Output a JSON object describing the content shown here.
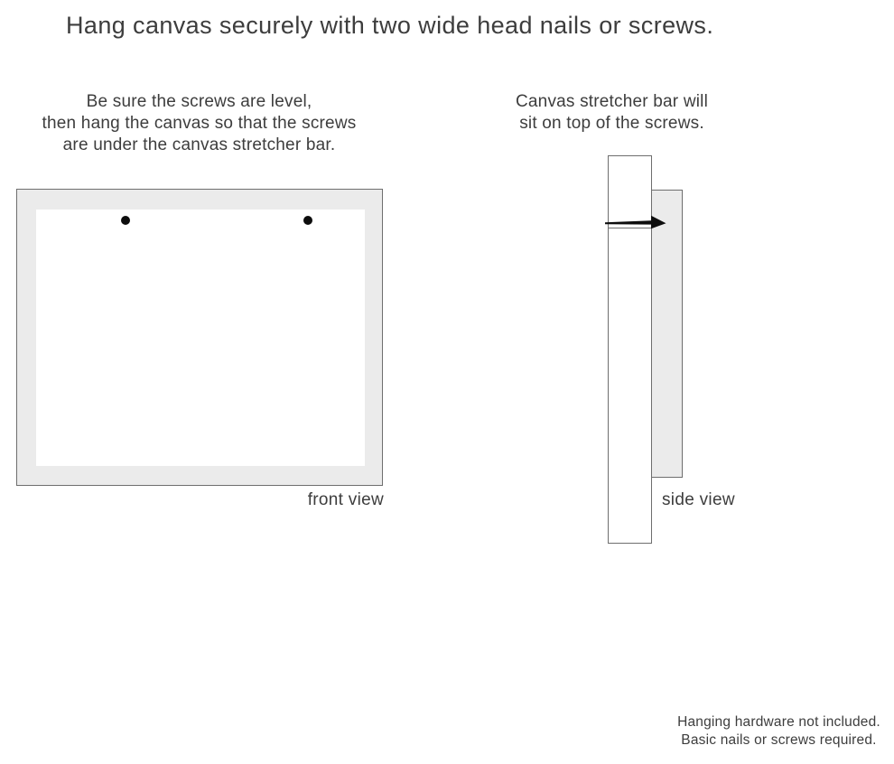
{
  "title": "Hang canvas securely with two wide head nails or screws.",
  "front_view": {
    "instructions": {
      "line1": "Be sure the screws are level,",
      "line2": "then hang the canvas so that the screws",
      "line3": "are under the canvas stretcher bar."
    },
    "caption": "front view",
    "screw_count": 2
  },
  "side_view": {
    "instructions": {
      "line1": "Canvas stretcher bar will",
      "line2": "sit on top of the screws."
    },
    "caption": "side view"
  },
  "footer": {
    "line1": "Hanging hardware not included.",
    "line2": "Basic nails or screws required."
  },
  "colors": {
    "text": "#3d3d3d",
    "canvas_fill": "#ebebeb",
    "outline": "#6e6e6e",
    "hardware_black": "#0d0d0d",
    "background": "#ffffff"
  }
}
